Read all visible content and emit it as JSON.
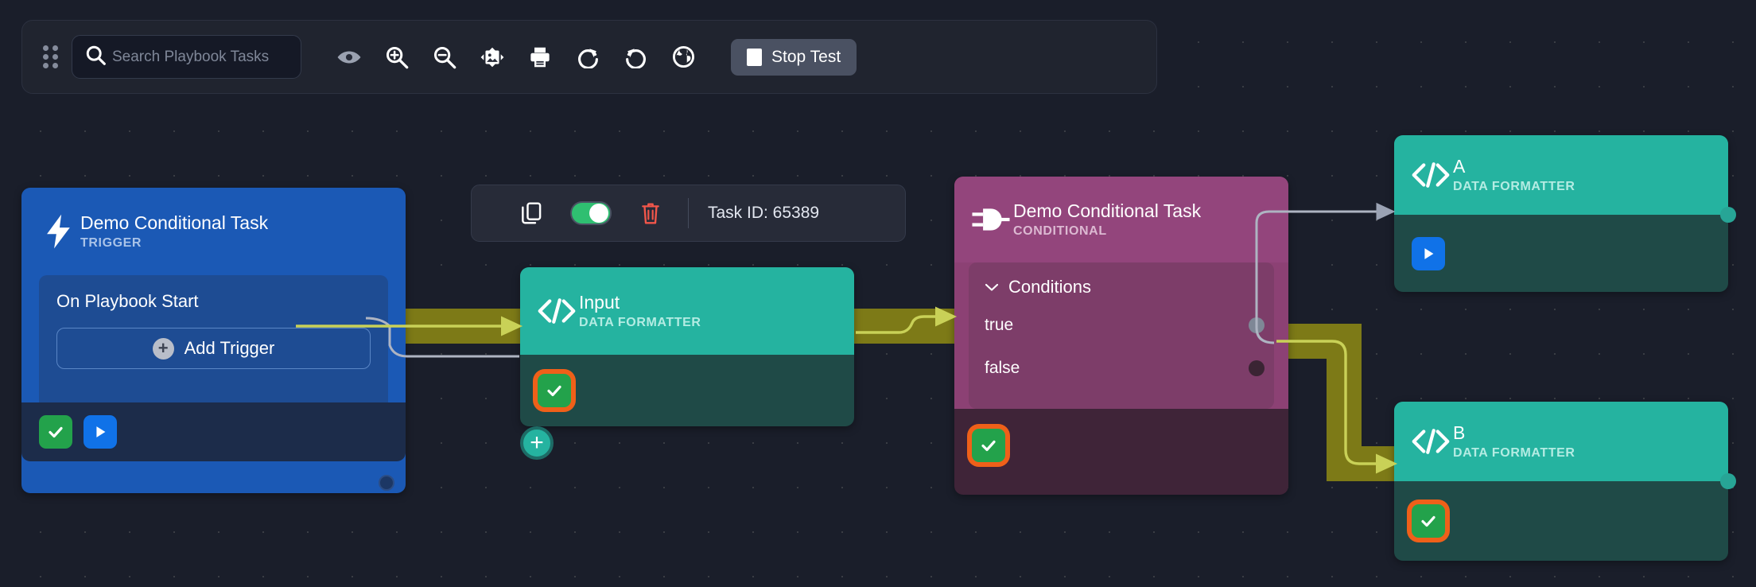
{
  "toolbar": {
    "drag_handle": "drag-handle",
    "search": {
      "value": "",
      "placeholder": "Search Playbook Tasks"
    },
    "icons": [
      {
        "name": "eye-icon",
        "label": "Toggle Visibility"
      },
      {
        "name": "zoom-in-icon",
        "label": "Zoom In"
      },
      {
        "name": "zoom-out-icon",
        "label": "Zoom Out"
      },
      {
        "name": "fit-view-icon",
        "label": "Fit View"
      },
      {
        "name": "print-icon",
        "label": "Print"
      },
      {
        "name": "redo-icon",
        "label": "Redo"
      },
      {
        "name": "undo-icon",
        "label": "Undo"
      },
      {
        "name": "globe-icon",
        "label": "Globe"
      }
    ],
    "stop_test_label": "Stop Test"
  },
  "task_toolbar": {
    "copy_label": "Copy",
    "toggle_state": "on",
    "delete_label": "Delete",
    "task_id_label": "Task ID: 65389"
  },
  "nodes": {
    "trigger": {
      "title": "Demo Conditional Task",
      "subtitle": "TRIGGER",
      "icon": "lightning-bolt-icon",
      "body_label": "On Playbook Start",
      "add_trigger_label": "Add Trigger",
      "status": "success",
      "color": "#1b59b5"
    },
    "input": {
      "title": "Input",
      "subtitle": "DATA FORMATTER",
      "icon": "code-brackets-icon",
      "status": "success",
      "color": "#25b3a0"
    },
    "conditional": {
      "title": "Demo Conditional Task",
      "subtitle": "CONDITIONAL",
      "icon": "logic-gate-icon",
      "conditions_label": "Conditions",
      "branches": [
        {
          "label": "true",
          "port": "light"
        },
        {
          "label": "false",
          "port": "dark"
        }
      ],
      "status": "success",
      "color": "#93457c"
    },
    "a": {
      "title": "A",
      "subtitle": "DATA FORMATTER",
      "icon": "code-brackets-icon",
      "color": "#25b3a0"
    },
    "b": {
      "title": "B",
      "subtitle": "DATA FORMATTER",
      "icon": "code-brackets-icon",
      "status": "success",
      "color": "#25b3a0"
    }
  },
  "colors": {
    "canvas_bg": "#1a1e2a",
    "edge_highlight": "#7d7a17",
    "edge_line": "#c9d157",
    "edge_inactive": "#aeb4c2",
    "status_ring": "#ef6019",
    "success_green": "#23a24b",
    "run_blue": "#1072e8"
  }
}
